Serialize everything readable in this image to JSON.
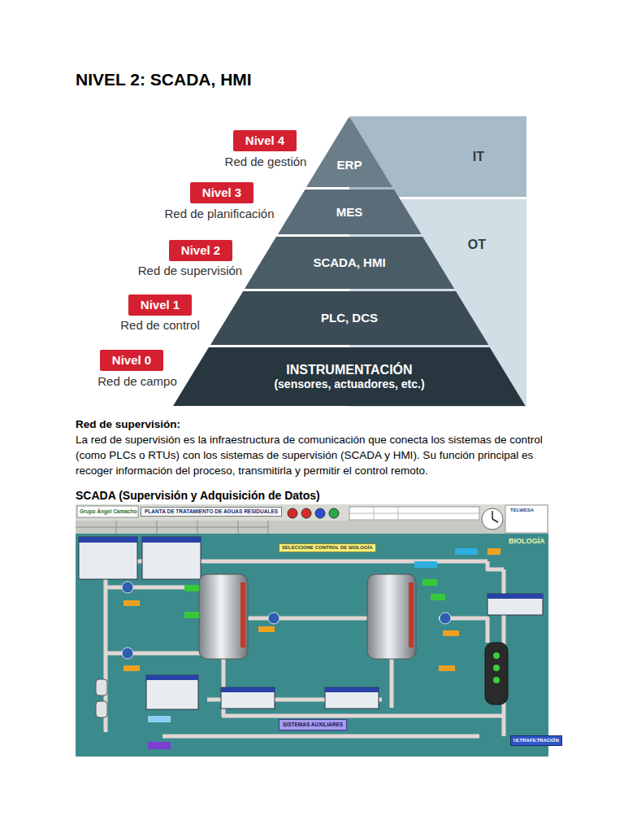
{
  "diagram": {
    "title": "NIVEL 2: SCADA, HMI",
    "nodes": [
      {
        "text": [
          "IT"
        ]
      },
      {
        "text": [
          "OT"
        ]
      },
      {
        "text": [
          "ERP"
        ]
      },
      {
        "text": [
          "MES"
        ]
      },
      {
        "text": [
          "SCADA, HMI"
        ]
      },
      {
        "text": [
          "PLC, DCS"
        ]
      },
      {
        "text": [
          "INSTRUMENTACIÓN",
          "(sensores, actuadores, etc.)"
        ]
      },
      {
        "text": [
          "Nivel 4"
        ]
      },
      {
        "text": [
          "Nivel 3"
        ]
      },
      {
        "text": [
          "Nivel 2"
        ]
      },
      {
        "text": [
          "Nivel 1"
        ]
      },
      {
        "text": [
          "Nivel 0"
        ]
      },
      {
        "text": [
          "PLANTA DE TRATAMIENTO DE AGUAS RESIDUALES"
        ]
      },
      {
        "text": [
          "SELECCIONE CONTROL DE BIOLOGÍA"
        ]
      },
      {
        "text": [
          "SISTEMAS AUXILIARES"
        ]
      },
      {
        "text": [
          "ULTRAFILTRACIÓN"
        ]
      }
    ],
    "edges": [],
    "labels": [
      "Red de gestión",
      "Red de planificación",
      "Red de supervisión",
      "Red de control",
      "Red de campo",
      "Red de supervisión:",
      "La red de supervisión es la infraestructura de comunicación que conecta los sistemas de control (como PLCs o RTUs) con los sistemas de supervisión (SCADA y HMI). Su función principal es recoger información del proceso, transmitirla y permitir el control remoto.",
      "SCADA (Supervisión y Adquisición de Datos)",
      "Grupo Ángel Camacho",
      "BIOLOGÍA",
      "TELWESA"
    ]
  }
}
